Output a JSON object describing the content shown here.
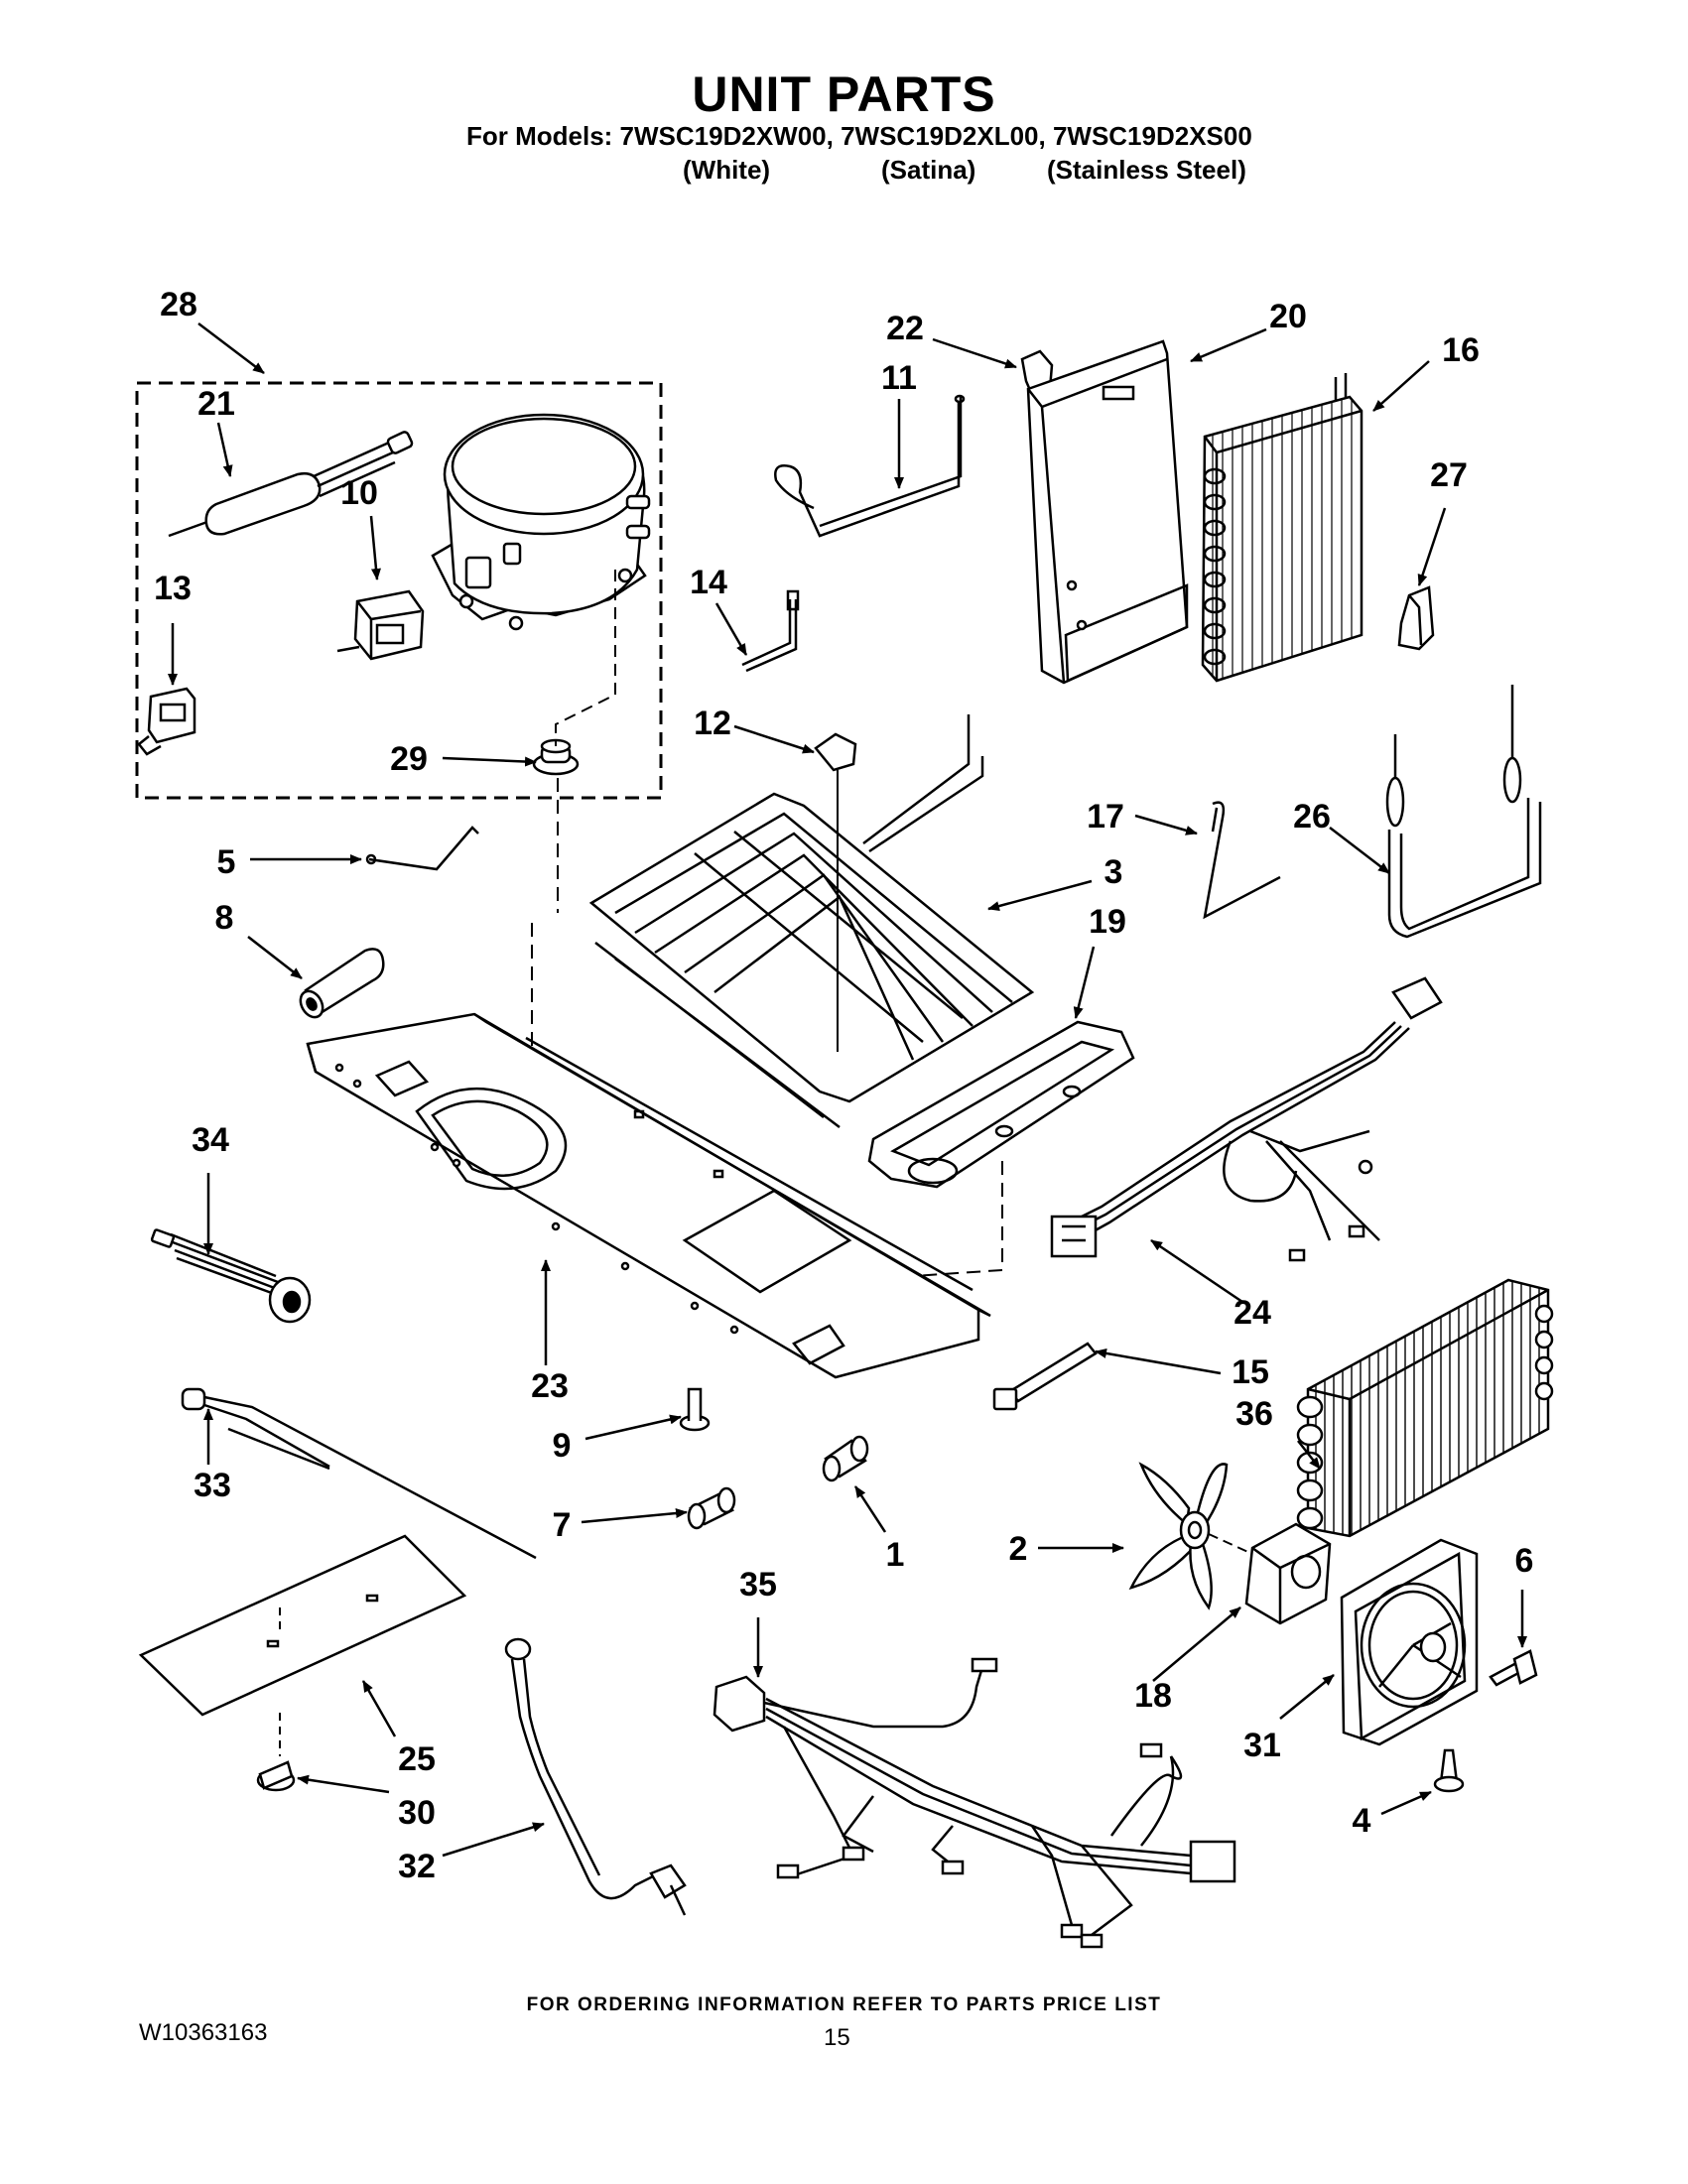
{
  "header": {
    "title": "UNIT PARTS",
    "models_line": "For Models: 7WSC19D2XW00, 7WSC19D2XL00, 7WSC19D2XS00",
    "finishes": [
      "(White)",
      "(Satina)",
      "(Stainless Steel)"
    ]
  },
  "callouts": {
    "c1": "1",
    "c2": "2",
    "c3": "3",
    "c4": "4",
    "c5": "5",
    "c6": "6",
    "c7": "7",
    "c8": "8",
    "c9": "9",
    "c10": "10",
    "c11": "11",
    "c12": "12",
    "c13": "13",
    "c14": "14",
    "c15": "15",
    "c16": "16",
    "c17": "17",
    "c18": "18",
    "c19": "19",
    "c20": "20",
    "c21": "21",
    "c22": "22",
    "c23": "23",
    "c24": "24",
    "c25": "25",
    "c26": "26",
    "c27": "27",
    "c28": "28",
    "c29": "29",
    "c30": "30",
    "c31": "31",
    "c32": "32",
    "c33": "33",
    "c34": "34",
    "c35": "35",
    "c36": "36"
  },
  "footer": {
    "ordering_note": "FOR ORDERING INFORMATION REFER TO PARTS PRICE LIST",
    "doc_number": "W10363163",
    "page_number": "15"
  }
}
